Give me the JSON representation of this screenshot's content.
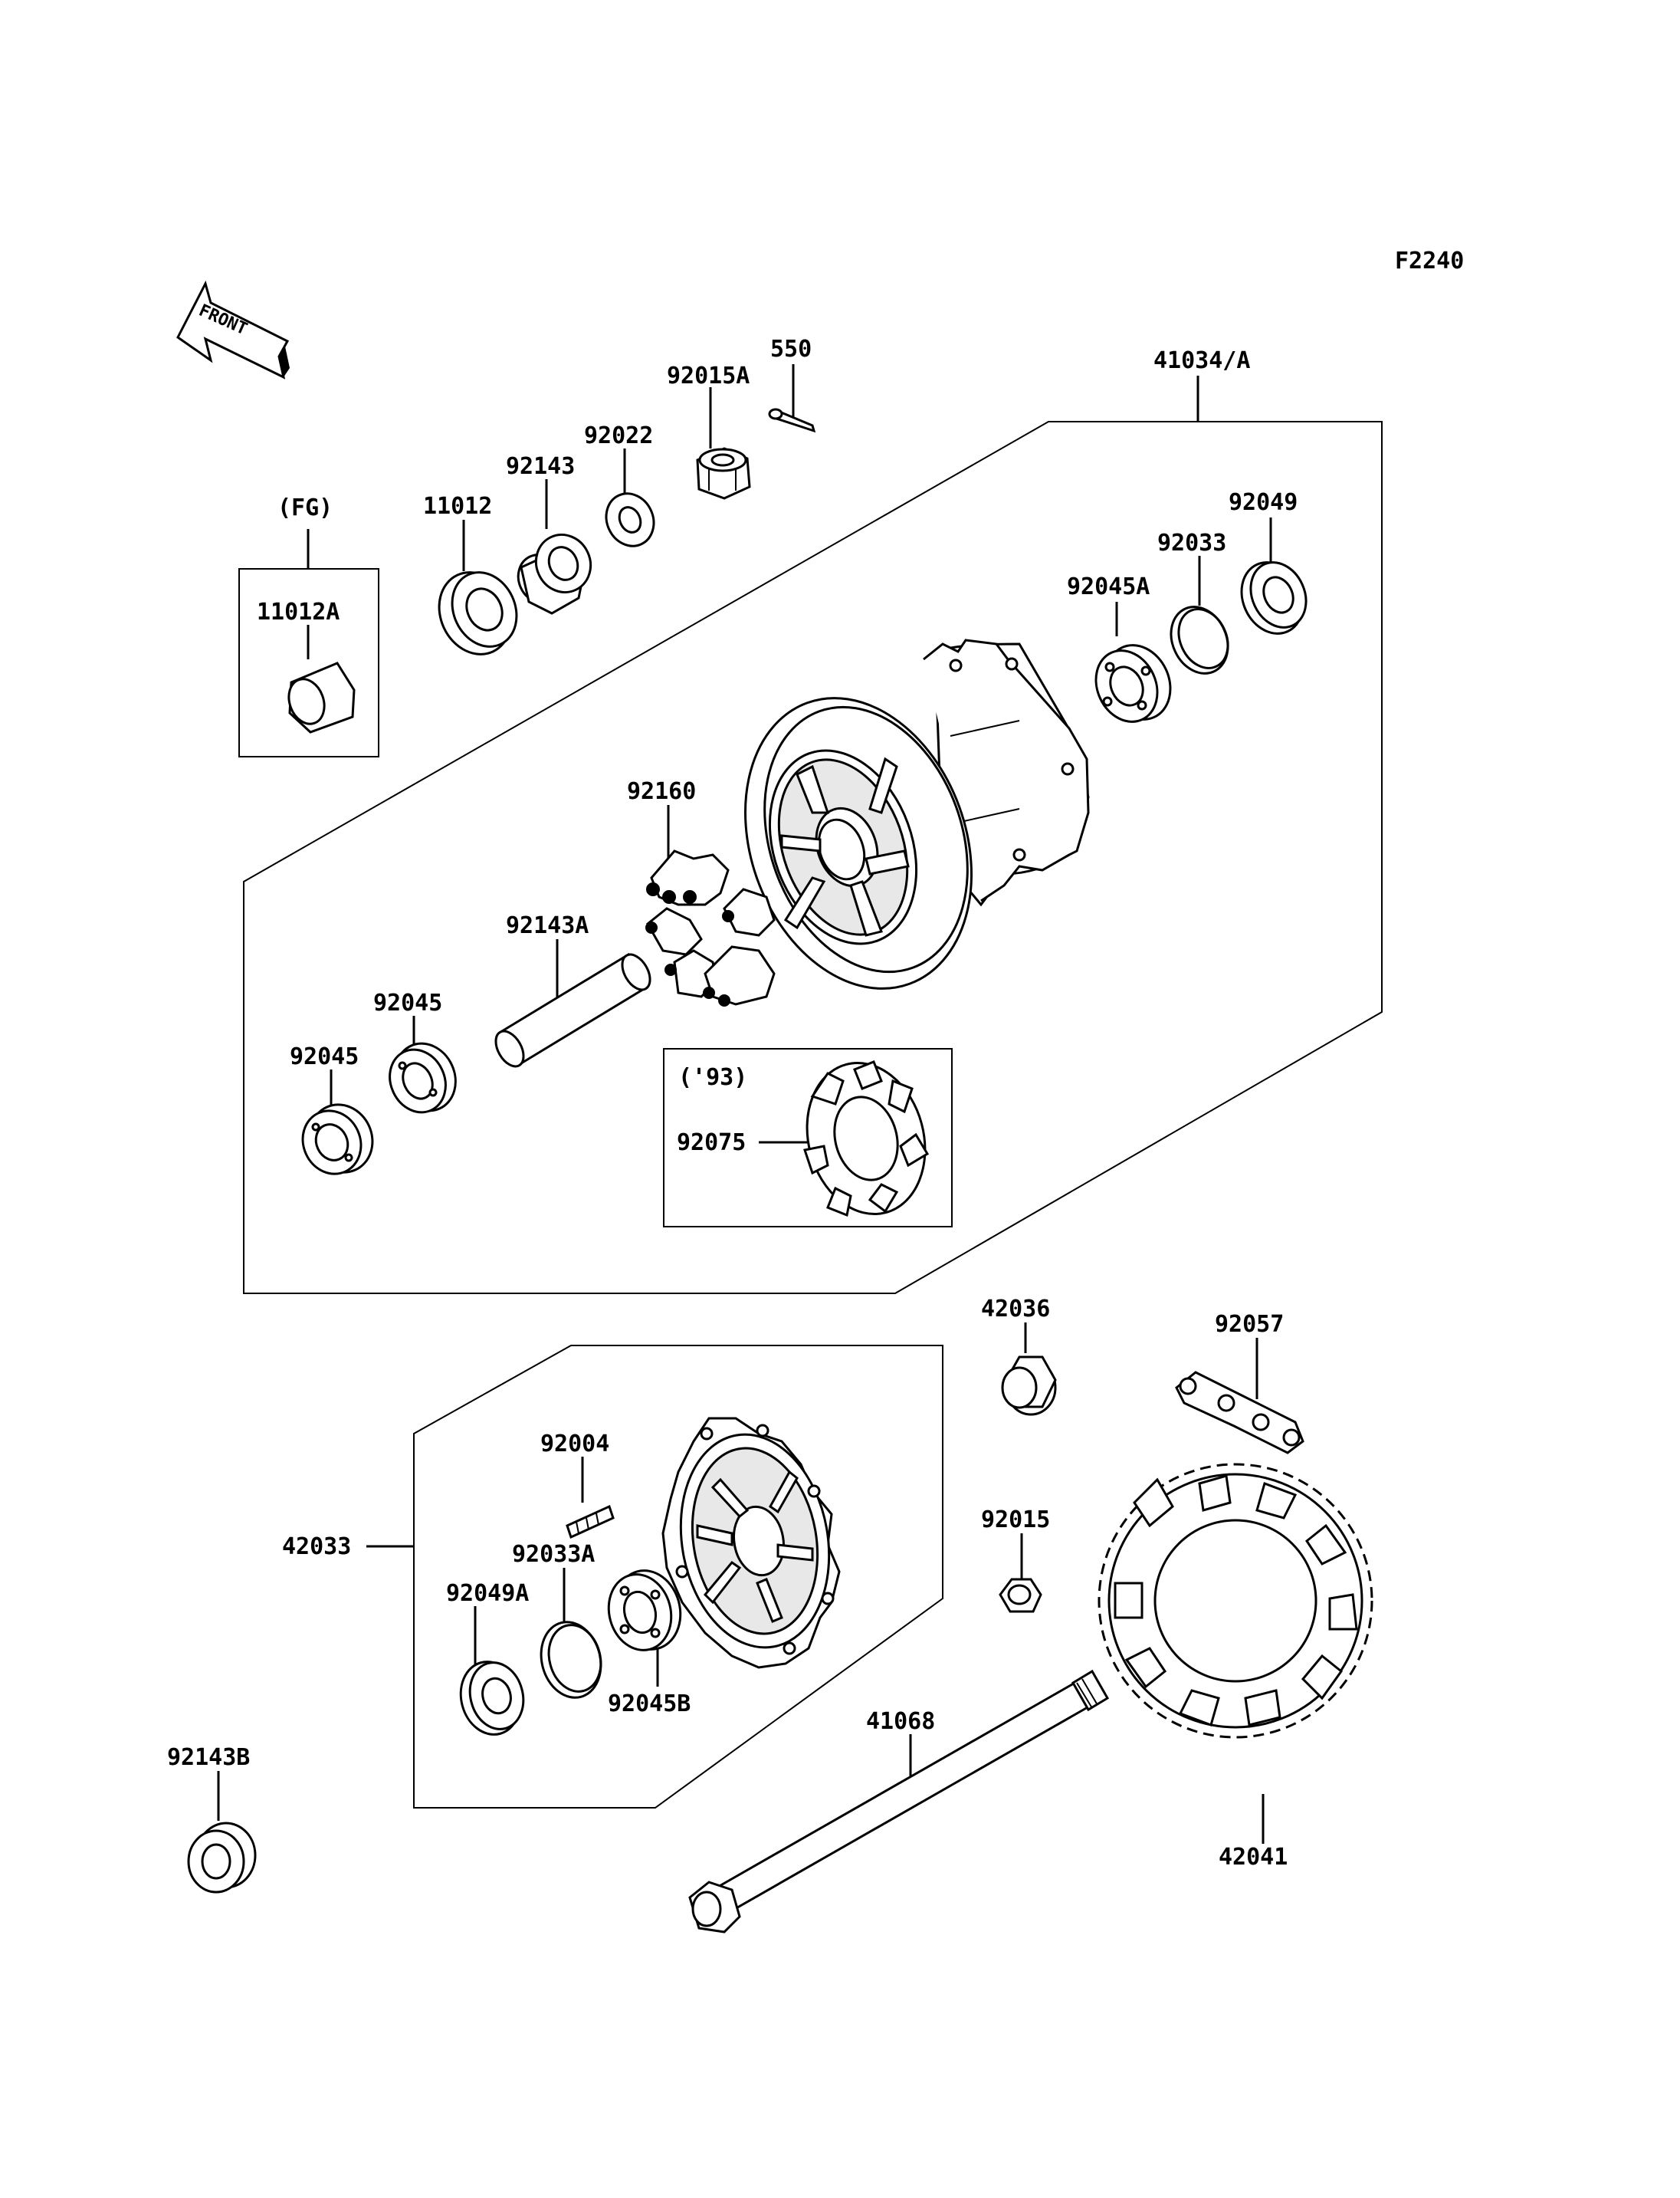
{
  "diagram_code": "F2240",
  "front_arrow_label": "FRONT",
  "labels": {
    "p41034A": "41034/A",
    "p550": "550",
    "p92015A": "92015A",
    "p92022": "92022",
    "p92143": "92143",
    "p11012": "11012",
    "pFG": "(FG)",
    "p11012A": "11012A",
    "p92049": "92049",
    "p92033": "92033",
    "p92045A": "92045A",
    "p92160": "92160",
    "p92143A": "92143A",
    "p92045_a": "92045",
    "p92045_b": "92045",
    "p93": "('93)",
    "p92075": "92075",
    "p42036": "42036",
    "p92057": "92057",
    "p92004": "92004",
    "p42033": "42033",
    "p92033A": "92033A",
    "p92049A": "92049A",
    "p92045B": "92045B",
    "p92015": "92015",
    "p41068": "41068",
    "p92143B": "92143B",
    "p42041": "42041"
  }
}
